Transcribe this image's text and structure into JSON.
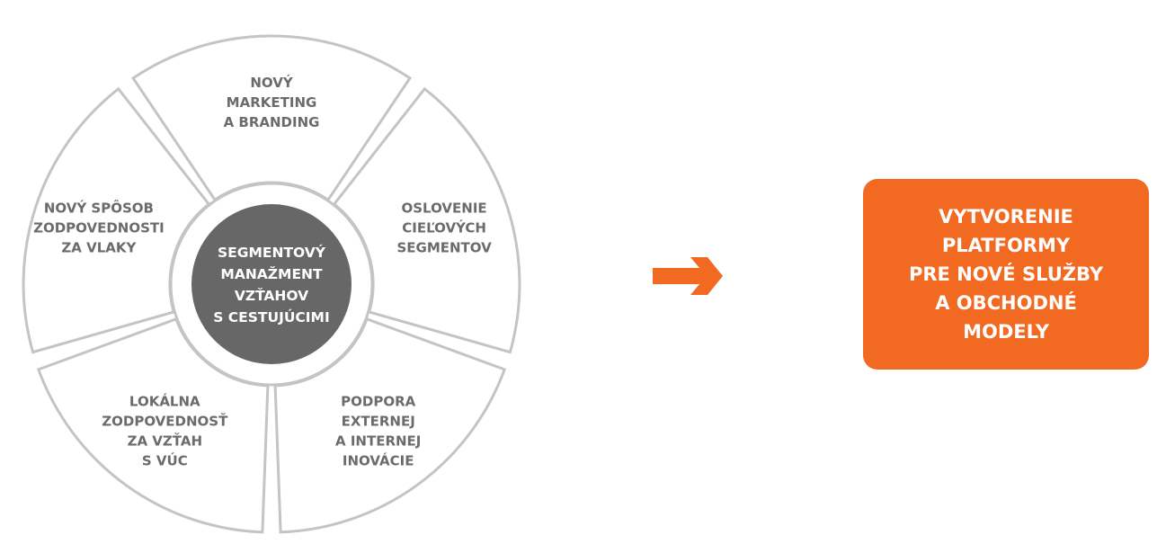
{
  "colors": {
    "segment_stroke": "#c4c4c4",
    "segment_text": "#6b6b6b",
    "hub_fill": "#676767",
    "accent": "#f26a21"
  },
  "segments": [
    {
      "lines": [
        "NOVÝ",
        "MARKETING",
        "A BRANDING"
      ]
    },
    {
      "lines": [
        "OSLOVENIE",
        "CIEĽOVÝCH",
        "SEGMENTOV"
      ]
    },
    {
      "lines": [
        "PODPORA",
        "EXTERNEJ",
        "A INTERNEJ",
        "INOVÁCIE"
      ]
    },
    {
      "lines": [
        "LOKÁLNA",
        "ZODPOVEDNOSŤ",
        "ZA VZŤAH",
        "S VÚC"
      ]
    },
    {
      "lines": [
        "NOVÝ SPÔSOB",
        "ZODPOVEDNOSTI",
        "ZA VLAKY"
      ]
    }
  ],
  "hub": {
    "lines": [
      "SEGMENTOVÝ",
      "MANAŽMENT",
      "VZŤAHOV",
      "S CESTUJÚCIMI"
    ]
  },
  "arrow": {
    "icon": "right-arrow-icon"
  },
  "result": {
    "lines": [
      "VYTVORENIE",
      "PLATFORMY",
      "PRE NOVÉ SLUŽBY",
      "A OBCHODNÉ",
      "MODELY"
    ]
  }
}
